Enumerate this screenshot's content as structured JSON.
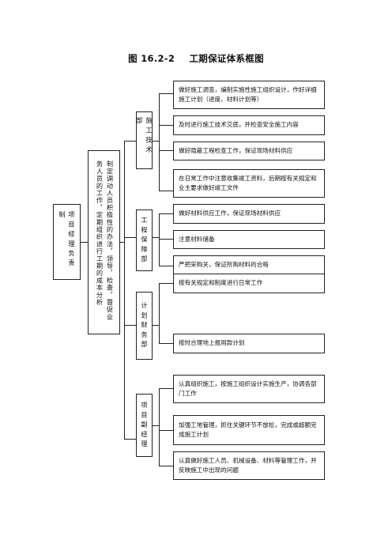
{
  "title": {
    "figure_no": "图 16.2-2",
    "text": "工期保证体系框图"
  },
  "root": {
    "label": "项目经理负责制"
  },
  "second": {
    "label": "制定调动人员积极性的办法，领导，检查，督促业务人员的工作，定期组织进行工期的成本分析"
  },
  "groups": [
    {
      "label": "施工技术部",
      "items": [
        "做好施工调查，编制实施性施工组织设计，作好详细施工计划（进度、材料计划等）",
        "及时进行施工技术交底，并检查安全施工内容",
        "做好隐蔽工程检查工作，保证现场材料供应",
        "在日常工作中注意收集竣工资料，后期按有关规定和业主要求做好竣工文件"
      ]
    },
    {
      "label": "工程保障部",
      "items": [
        "做好材料供应工作，保证现场材料供应",
        "注意材料储备",
        "严把采购关，保证所购材料的合格"
      ]
    },
    {
      "label": "计划财务部",
      "items": [
        "按有关规定和制度进行日常工作",
        "按时合理地上报用款计划"
      ]
    },
    {
      "label": "项目副经理",
      "items": [
        "认真组织施工，按施工组织设计实施生产，协调各部门工作",
        "加强工地管理，抓住关键环节不放松，完成或超额完成施工计划",
        "认真做好施工人员、机械设备、材料等管理工作，并反映施工中出现的问题"
      ]
    }
  ]
}
